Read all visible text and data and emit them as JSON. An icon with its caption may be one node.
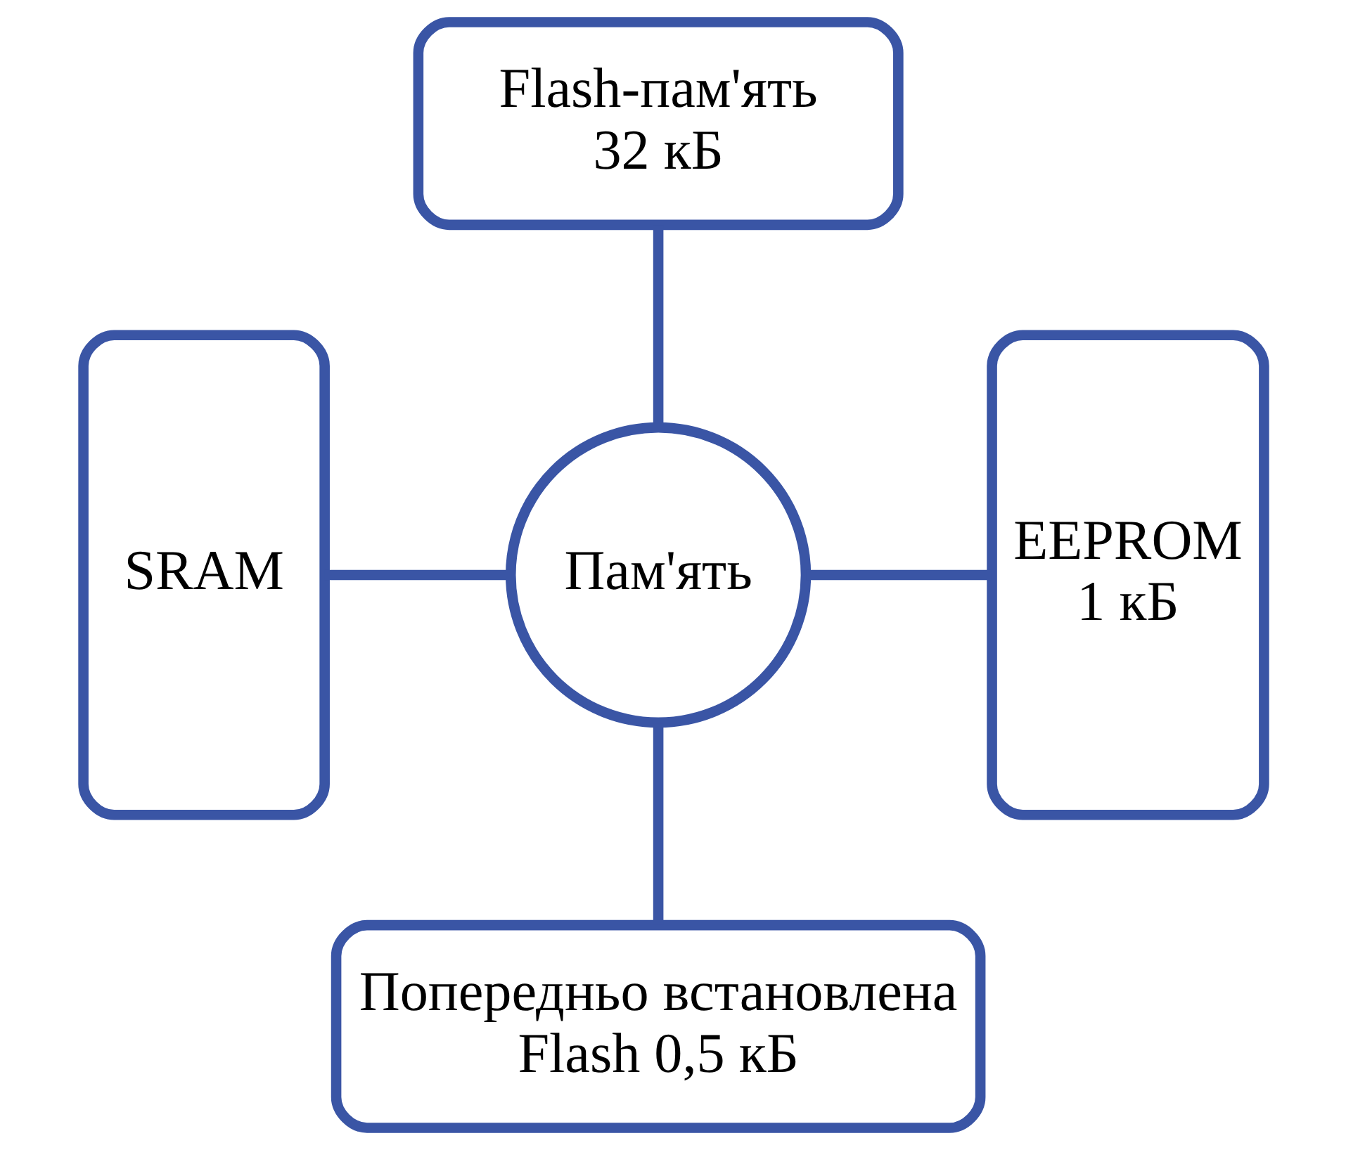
{
  "diagram": {
    "nodes": [
      {
        "text": [
          "Flash-пам'ять 32 кБ"
        ]
      },
      {
        "text": [
          "SRAM"
        ]
      },
      {
        "text": [
          "Пам'ять"
        ]
      },
      {
        "text": [
          "EEPROM 1 кБ"
        ]
      },
      {
        "text": [
          "Попередньо встановлена Flash 0,5 кБ"
        ]
      }
    ],
    "edges": [
      {
        "from": 0,
        "to": 2,
        "arrow": "none"
      },
      {
        "from": 1,
        "to": 2,
        "arrow": "none"
      },
      {
        "from": 2,
        "to": 3,
        "arrow": "none"
      },
      {
        "from": 2,
        "to": 4,
        "arrow": "none"
      }
    ]
  }
}
